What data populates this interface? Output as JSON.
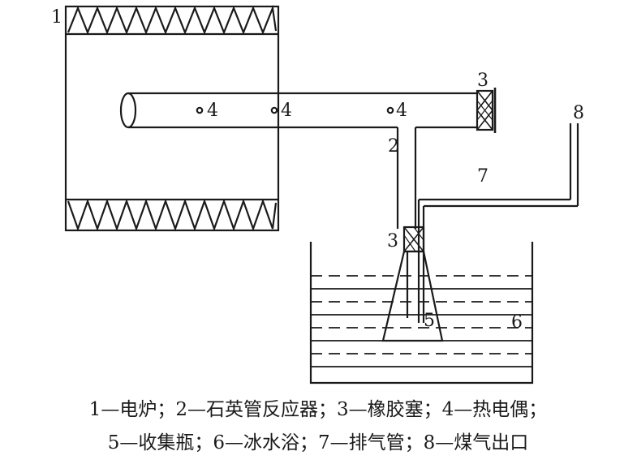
{
  "labels": {
    "furnace": "1",
    "reactor_tube": "2",
    "stopper_top": "3",
    "stopper_bottom": "3",
    "thermocouple_1": "4",
    "thermocouple_2": "4",
    "thermocouple_3": "4",
    "collection_bottle": "5",
    "ice_bath": "6",
    "exhaust_pipe": "7",
    "gas_outlet": "8"
  },
  "caption": {
    "line1": "1—电炉；2—石英管反应器；3—橡胶塞；4—热电偶；",
    "line2": "5—收集瓶；6—冰水浴；7—排气管；8—煤气出口"
  },
  "colors": {
    "stroke": "#1a1a1a",
    "background": "#ffffff"
  }
}
